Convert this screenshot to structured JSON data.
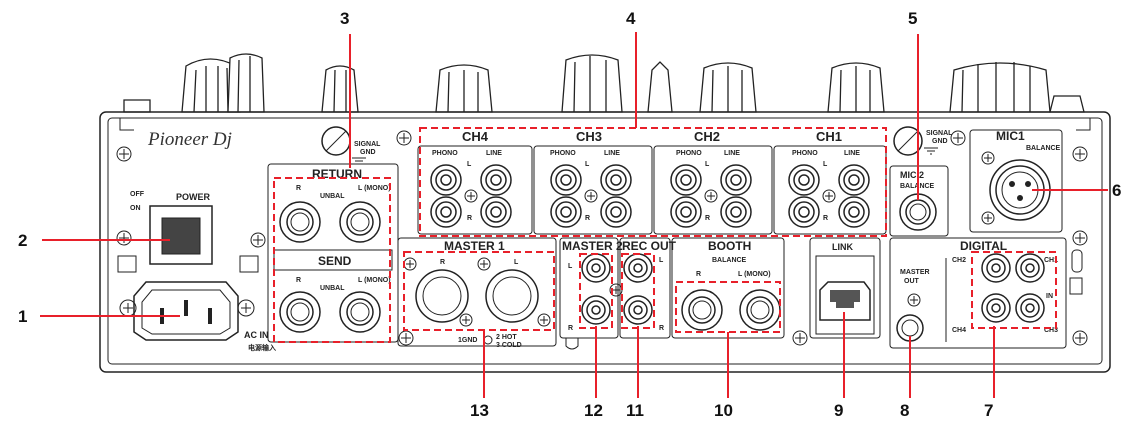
{
  "brand": "Pioneer Dj",
  "callouts": [
    "1",
    "2",
    "3",
    "4",
    "5",
    "6",
    "7",
    "8",
    "9",
    "10",
    "11",
    "12",
    "13"
  ],
  "labels": {
    "signal_gnd_left": [
      "SIGNAL",
      "GND"
    ],
    "signal_gnd_right": [
      "SIGNAL",
      "GND"
    ],
    "power": "POWER",
    "off": "OFF",
    "on": "ON",
    "return": "RETURN",
    "send": "SEND",
    "r": "R",
    "l": "L",
    "l_mono": "L (MONO)",
    "unbal": "UNBAL",
    "ac_in": "AC IN",
    "ac_in_cn": "电源输入",
    "ch4": "CH4",
    "ch3": "CH3",
    "ch2": "CH2",
    "ch1": "CH1",
    "phono": "PHONO",
    "line": "LINE",
    "mic1": "MIC1",
    "mic2": "MIC 2",
    "balance": "BALANCE",
    "master1": "MASTER 1",
    "master2": "MASTER 2",
    "rec_out": "REC OUT",
    "booth": "BOOTH",
    "link": "LINK",
    "digital": "DIGITAL",
    "master_out": [
      "MASTER",
      "OUT"
    ],
    "d_ch2": "CH2",
    "d_ch1": "CH1",
    "d_ch4": "CH4",
    "d_ch3": "CH3",
    "d_in": "IN",
    "xlr_pins": [
      "1GND",
      "2 HOT",
      "3 COLD"
    ]
  }
}
